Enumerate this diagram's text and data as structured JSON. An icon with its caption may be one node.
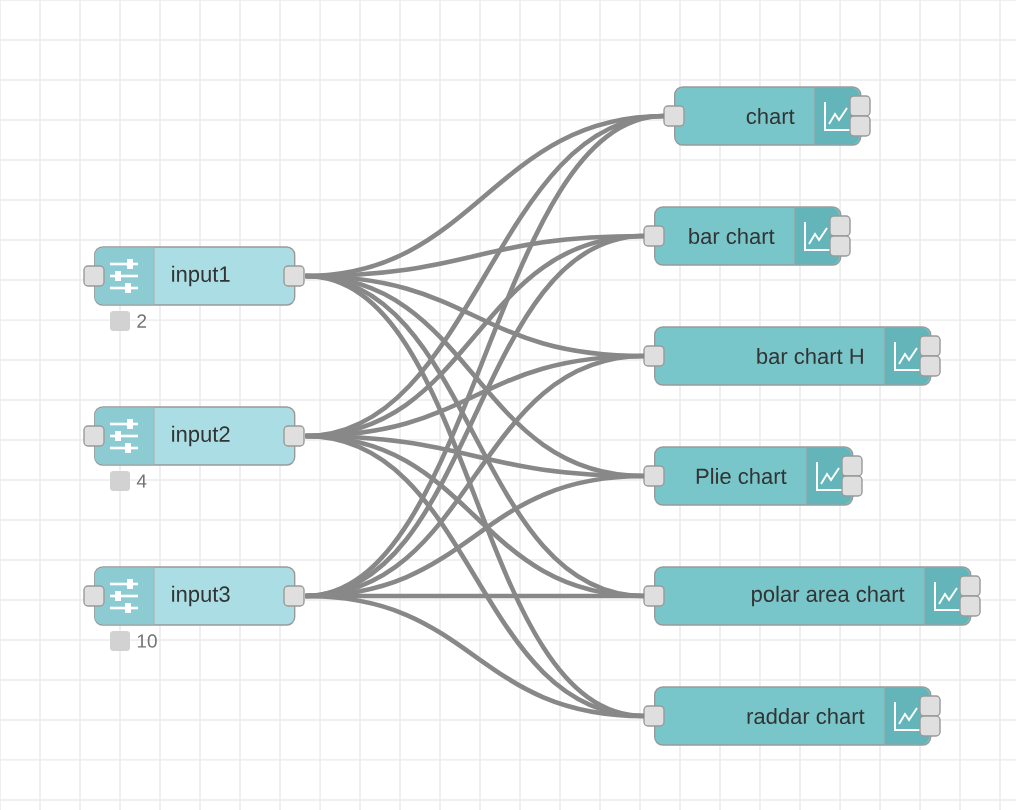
{
  "diagram": {
    "nodes": [
      {
        "text": [
          "input1"
        ],
        "beside": [
          "2"
        ]
      },
      {
        "text": [
          "input2"
        ],
        "beside": [
          "4"
        ]
      },
      {
        "text": [
          "input3"
        ],
        "beside": [
          "10"
        ]
      },
      {
        "text": [
          "chart"
        ]
      },
      {
        "text": [
          "bar chart"
        ]
      },
      {
        "text": [
          "bar chart H"
        ]
      },
      {
        "text": [
          "Plie chart"
        ]
      },
      {
        "text": [
          "polar area chart"
        ]
      },
      {
        "text": [
          "raddar chart"
        ]
      }
    ],
    "edges": [
      {
        "from": 0,
        "to": 3,
        "arrow": "none"
      },
      {
        "from": 0,
        "to": 4,
        "arrow": "none"
      },
      {
        "from": 0,
        "to": 5,
        "arrow": "none"
      },
      {
        "from": 0,
        "to": 6,
        "arrow": "none"
      },
      {
        "from": 0,
        "to": 7,
        "arrow": "none"
      },
      {
        "from": 0,
        "to": 8,
        "arrow": "none"
      },
      {
        "from": 1,
        "to": 3,
        "arrow": "none"
      },
      {
        "from": 1,
        "to": 4,
        "arrow": "none"
      },
      {
        "from": 1,
        "to": 5,
        "arrow": "none"
      },
      {
        "from": 1,
        "to": 6,
        "arrow": "none"
      },
      {
        "from": 1,
        "to": 7,
        "arrow": "none"
      },
      {
        "from": 1,
        "to": 8,
        "arrow": "none"
      },
      {
        "from": 2,
        "to": 3,
        "arrow": "none"
      },
      {
        "from": 2,
        "to": 4,
        "arrow": "none"
      },
      {
        "from": 2,
        "to": 5,
        "arrow": "none"
      },
      {
        "from": 2,
        "to": 6,
        "arrow": "none"
      },
      {
        "from": 2,
        "to": 7,
        "arrow": "none"
      },
      {
        "from": 2,
        "to": 8,
        "arrow": "none"
      }
    ]
  }
}
